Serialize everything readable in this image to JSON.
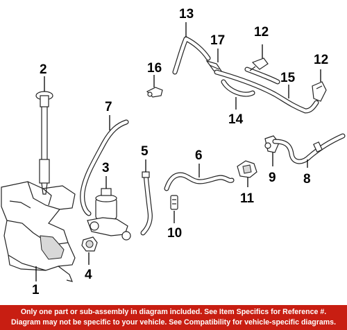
{
  "diagram": {
    "callouts": {
      "c1": "1",
      "c2": "2",
      "c3": "3",
      "c4": "4",
      "c5": "5",
      "c6": "6",
      "c7": "7",
      "c8": "8",
      "c9": "9",
      "c10": "10",
      "c11": "11",
      "c12a": "12",
      "c12b": "12",
      "c13": "13",
      "c14": "14",
      "c15": "15",
      "c16": "16",
      "c17": "17"
    }
  },
  "footer": {
    "line1": "Only one part or sub-assembly in diagram included. See Item Specifics for Reference #.",
    "line2": "Diagram may not be specific to your vehicle. See Compatibility for vehicle-specific diagrams."
  },
  "colors": {
    "footer_bg": "#c81e12",
    "footer_text": "#ffffff"
  }
}
